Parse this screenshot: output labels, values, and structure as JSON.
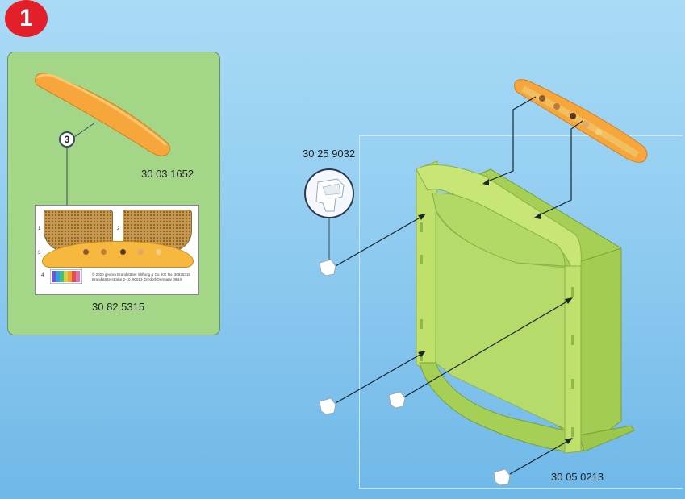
{
  "step": {
    "number": "1"
  },
  "parts_panel": {
    "callout": "3",
    "roof_part_number": "30 03 1652",
    "sticker_sheet_part_number": "30 82 5315",
    "sheet_labels": [
      "1",
      "2",
      "3",
      "4"
    ],
    "legal_line1": "© 2020 geobra Brandstätter Stiftung & Co. KG   No. 30825315",
    "legal_line2": "Brandstätterstraße 2-10, 90513 Zirndorf/Germany                09/19"
  },
  "assembly": {
    "clip_part_number": "30 25 9032",
    "frame_part_number": "30 05 0213"
  },
  "colors": {
    "badge": "#e3202a",
    "panel": "#a4d688",
    "frame": "#b8db5e",
    "banner": "#f7b840"
  }
}
